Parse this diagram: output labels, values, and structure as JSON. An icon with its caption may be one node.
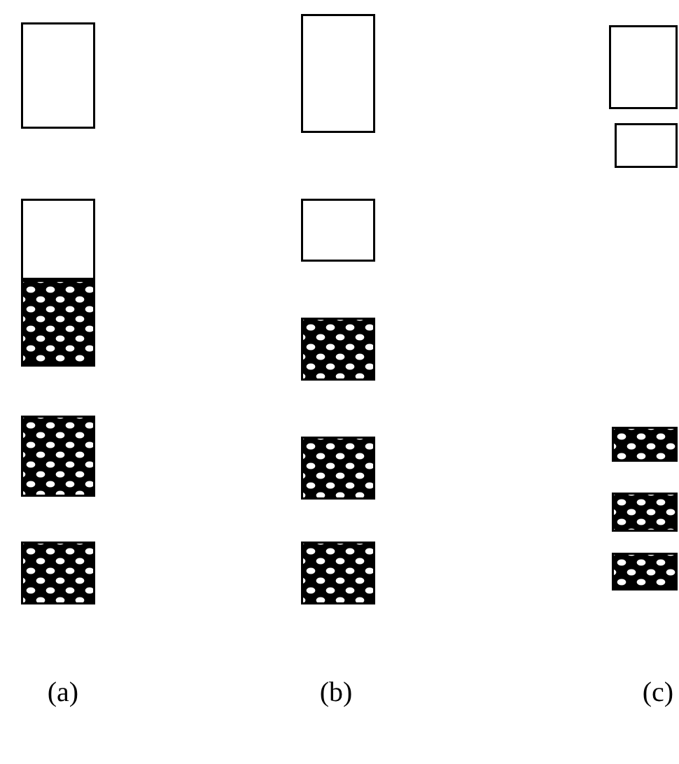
{
  "diagram": {
    "nodes": [
      {
        "text": [],
        "shape": "box"
      },
      {
        "text": [],
        "shape": "box"
      },
      {
        "text": [],
        "shape": "box"
      },
      {
        "text": [],
        "shape": "box"
      },
      {
        "text": [],
        "shape": "box"
      },
      {
        "text": [],
        "shape": "box"
      },
      {
        "text": [],
        "shape": "box"
      },
      {
        "text": [],
        "shape": "box"
      },
      {
        "text": [],
        "shape": "box"
      },
      {
        "text": [],
        "shape": "box"
      },
      {
        "text": [],
        "shape": "box"
      },
      {
        "text": [],
        "shape": "box"
      },
      {
        "text": [],
        "shape": "box"
      },
      {
        "text": [],
        "shape": "box"
      },
      {
        "text": [],
        "shape": "box"
      }
    ],
    "labels": [
      "(a)",
      "(b)",
      "(c)"
    ]
  }
}
